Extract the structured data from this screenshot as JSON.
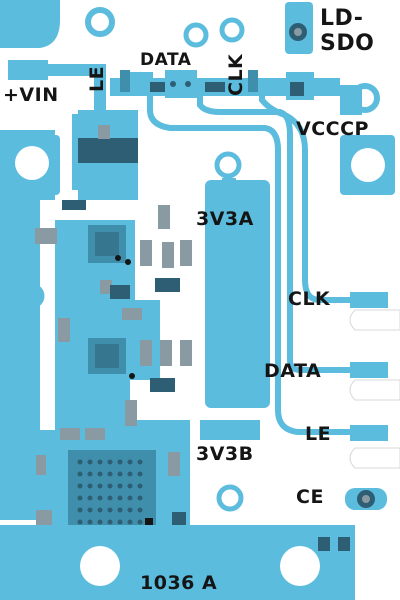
{
  "labels": {
    "ld_sdo_line1": "LD-",
    "ld_sdo_line2": "SDO",
    "vin": "+VIN",
    "le_top": "LE",
    "data_top": "DATA",
    "clk_top": "CLK",
    "vcccp": "VCCCP",
    "rail_3v3a": "3V3A",
    "rail_3v3b": "3V3B",
    "clk_edge": "CLK",
    "data_edge": "DATA",
    "le_edge": "LE",
    "ce": "CE",
    "part_number": "1036 A"
  },
  "colors": {
    "copper": "#5bbcde",
    "board": "#ffffff",
    "silkscreen": "#151515",
    "pad": "#3f8eab",
    "component": "#2e5e74",
    "mask": "#8a9aa3"
  }
}
